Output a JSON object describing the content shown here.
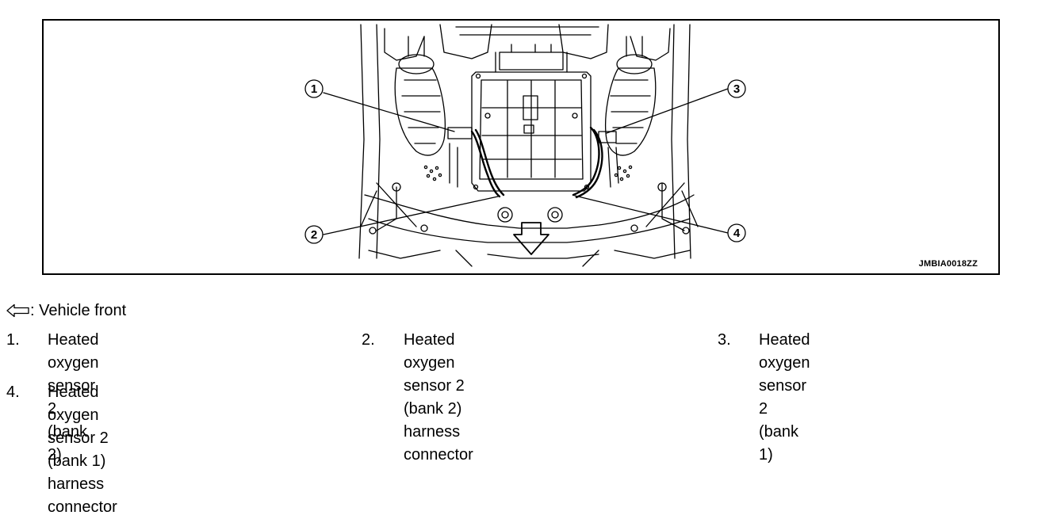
{
  "figure": {
    "id_label": "JMBIA0018ZZ",
    "callouts": [
      "1",
      "2",
      "3",
      "4"
    ]
  },
  "front_legend": {
    "icon": "hollow-arrow-left-icon",
    "text": ": Vehicle front"
  },
  "legend": [
    {
      "number": "1.",
      "text": "Heated oxygen sensor 2 (bank 2)"
    },
    {
      "number": "2.",
      "text": "Heated oxygen sensor 2 (bank 2)\nharness connector"
    },
    {
      "number": "3.",
      "text": "Heated oxygen sensor 2 (bank 1)"
    },
    {
      "number": "4.",
      "text": "Heated oxygen sensor 2 (bank 1)\nharness connector"
    }
  ]
}
